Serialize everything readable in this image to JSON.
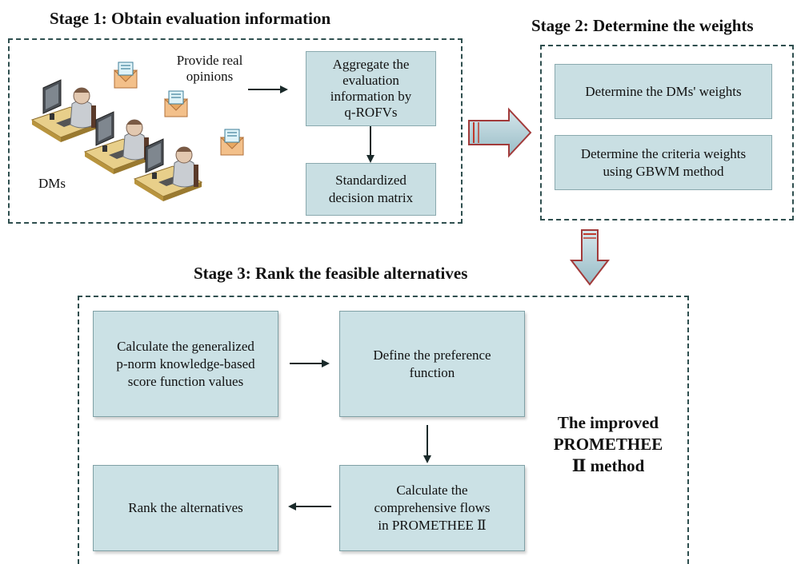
{
  "stage1": {
    "title": "Stage 1:  Obtain evaluation information",
    "provide_label": "Provide real\nopinions",
    "dms_label": "DMs",
    "aggregate_box": "Aggregate the\nevaluation\ninformation by\nq-ROFVs",
    "standardized_box": "Standardized\ndecision matrix"
  },
  "stage2": {
    "title": "Stage 2:  Determine the weights",
    "dm_weights_box": "Determine the DMs' weights",
    "criteria_weights_box": "Determine the criteria weights\nusing GBWM method"
  },
  "stage3": {
    "title": "Stage 3:  Rank the feasible alternatives",
    "score_box": "Calculate the generalized\np-norm knowledge-based\nscore function values",
    "preference_box": "Define the preference\nfunction",
    "flows_box": "Calculate the\ncomprehensive flows\nin PROMETHEE Ⅱ",
    "rank_box": "Rank the alternatives",
    "method_label": "The improved\nPROMETHEE\nⅡ method"
  },
  "icons": [
    "user-at-computer-icon",
    "envelope-icon",
    "block-arrow-right-icon",
    "block-arrow-down-icon"
  ],
  "colors": {
    "box_fill": "#c9dfe3",
    "frame": "#2f4f4f",
    "block_arrow": "#a9c8d0",
    "block_arrow_accent": "#c0392b"
  }
}
